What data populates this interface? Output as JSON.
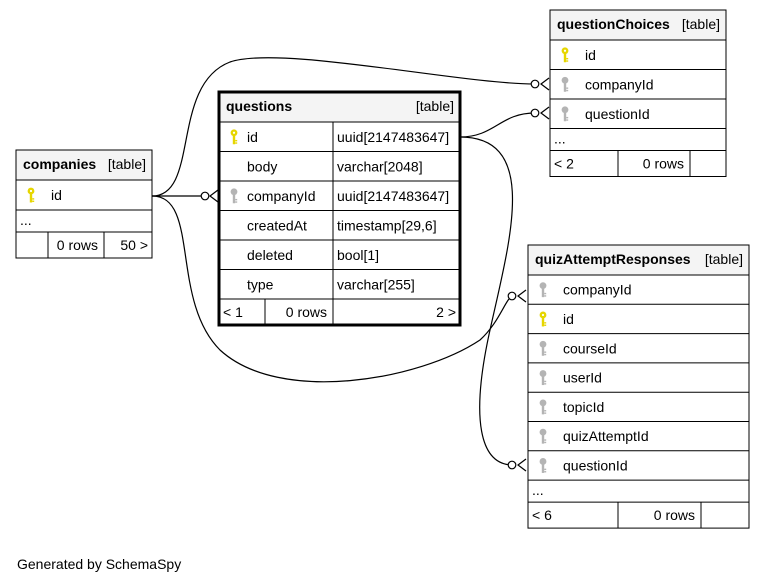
{
  "footer": "Generated by SchemaSpy",
  "colors": {
    "primary_key": "#e6d600",
    "foreign_key": "#b4b4b4",
    "header_bg": "#f4f4f4"
  },
  "tables": {
    "companies": {
      "name": "companies",
      "type_label": "[table]",
      "columns": [
        {
          "name": "id",
          "key": "primary"
        }
      ],
      "more": "...",
      "footer": {
        "parents": "",
        "rows": "0 rows",
        "children": "50 >"
      }
    },
    "questions": {
      "name": "questions",
      "type_label": "[table]",
      "columns": [
        {
          "name": "id",
          "type": "uuid[2147483647]",
          "key": "primary"
        },
        {
          "name": "body",
          "type": "varchar[2048]",
          "key": "none"
        },
        {
          "name": "companyId",
          "type": "uuid[2147483647]",
          "key": "foreign"
        },
        {
          "name": "createdAt",
          "type": "timestamp[29,6]",
          "key": "none"
        },
        {
          "name": "deleted",
          "type": "bool[1]",
          "key": "none"
        },
        {
          "name": "type",
          "type": "varchar[255]",
          "key": "none"
        }
      ],
      "footer": {
        "parents": "< 1",
        "rows": "0 rows",
        "children": "2 >"
      }
    },
    "questionChoices": {
      "name": "questionChoices",
      "type_label": "[table]",
      "columns": [
        {
          "name": "id",
          "key": "primary"
        },
        {
          "name": "companyId",
          "key": "foreign"
        },
        {
          "name": "questionId",
          "key": "foreign"
        }
      ],
      "more": "...",
      "footer": {
        "parents": "< 2",
        "rows": "0 rows",
        "children": ""
      }
    },
    "quizAttemptResponses": {
      "name": "quizAttemptResponses",
      "type_label": "[table]",
      "columns": [
        {
          "name": "companyId",
          "key": "foreign"
        },
        {
          "name": "id",
          "key": "primary"
        },
        {
          "name": "courseId",
          "key": "foreign"
        },
        {
          "name": "userId",
          "key": "foreign"
        },
        {
          "name": "topicId",
          "key": "foreign"
        },
        {
          "name": "quizAttemptId",
          "key": "foreign"
        },
        {
          "name": "questionId",
          "key": "foreign"
        }
      ],
      "more": "...",
      "footer": {
        "parents": "< 6",
        "rows": "0 rows",
        "children": ""
      }
    }
  }
}
